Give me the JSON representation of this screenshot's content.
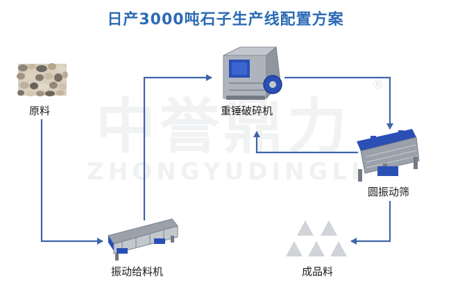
{
  "title": "日产3000吨石子生产线配置方案",
  "watermark": {
    "cn": "中誉鼎力",
    "en": "ZHONGYUDINGLI",
    "mark": "®"
  },
  "nodes": {
    "raw": {
      "label": "原料",
      "icon": "gravel-pile"
    },
    "crusher": {
      "label": "重锤破碎机",
      "icon": "hammer-crusher-machine"
    },
    "screen": {
      "label": "圆振动筛",
      "icon": "circular-vibrating-screen-machine"
    },
    "feeder": {
      "label": "振动给料机",
      "icon": "vibrating-feeder-machine"
    },
    "product": {
      "label": "成品料",
      "icon": "stone-piles"
    }
  },
  "colors": {
    "title": "#2c6ab5",
    "arrow": "#3d64a8",
    "machine_blue": "#2a4fb5",
    "machine_grey": "#a9b0ba"
  }
}
